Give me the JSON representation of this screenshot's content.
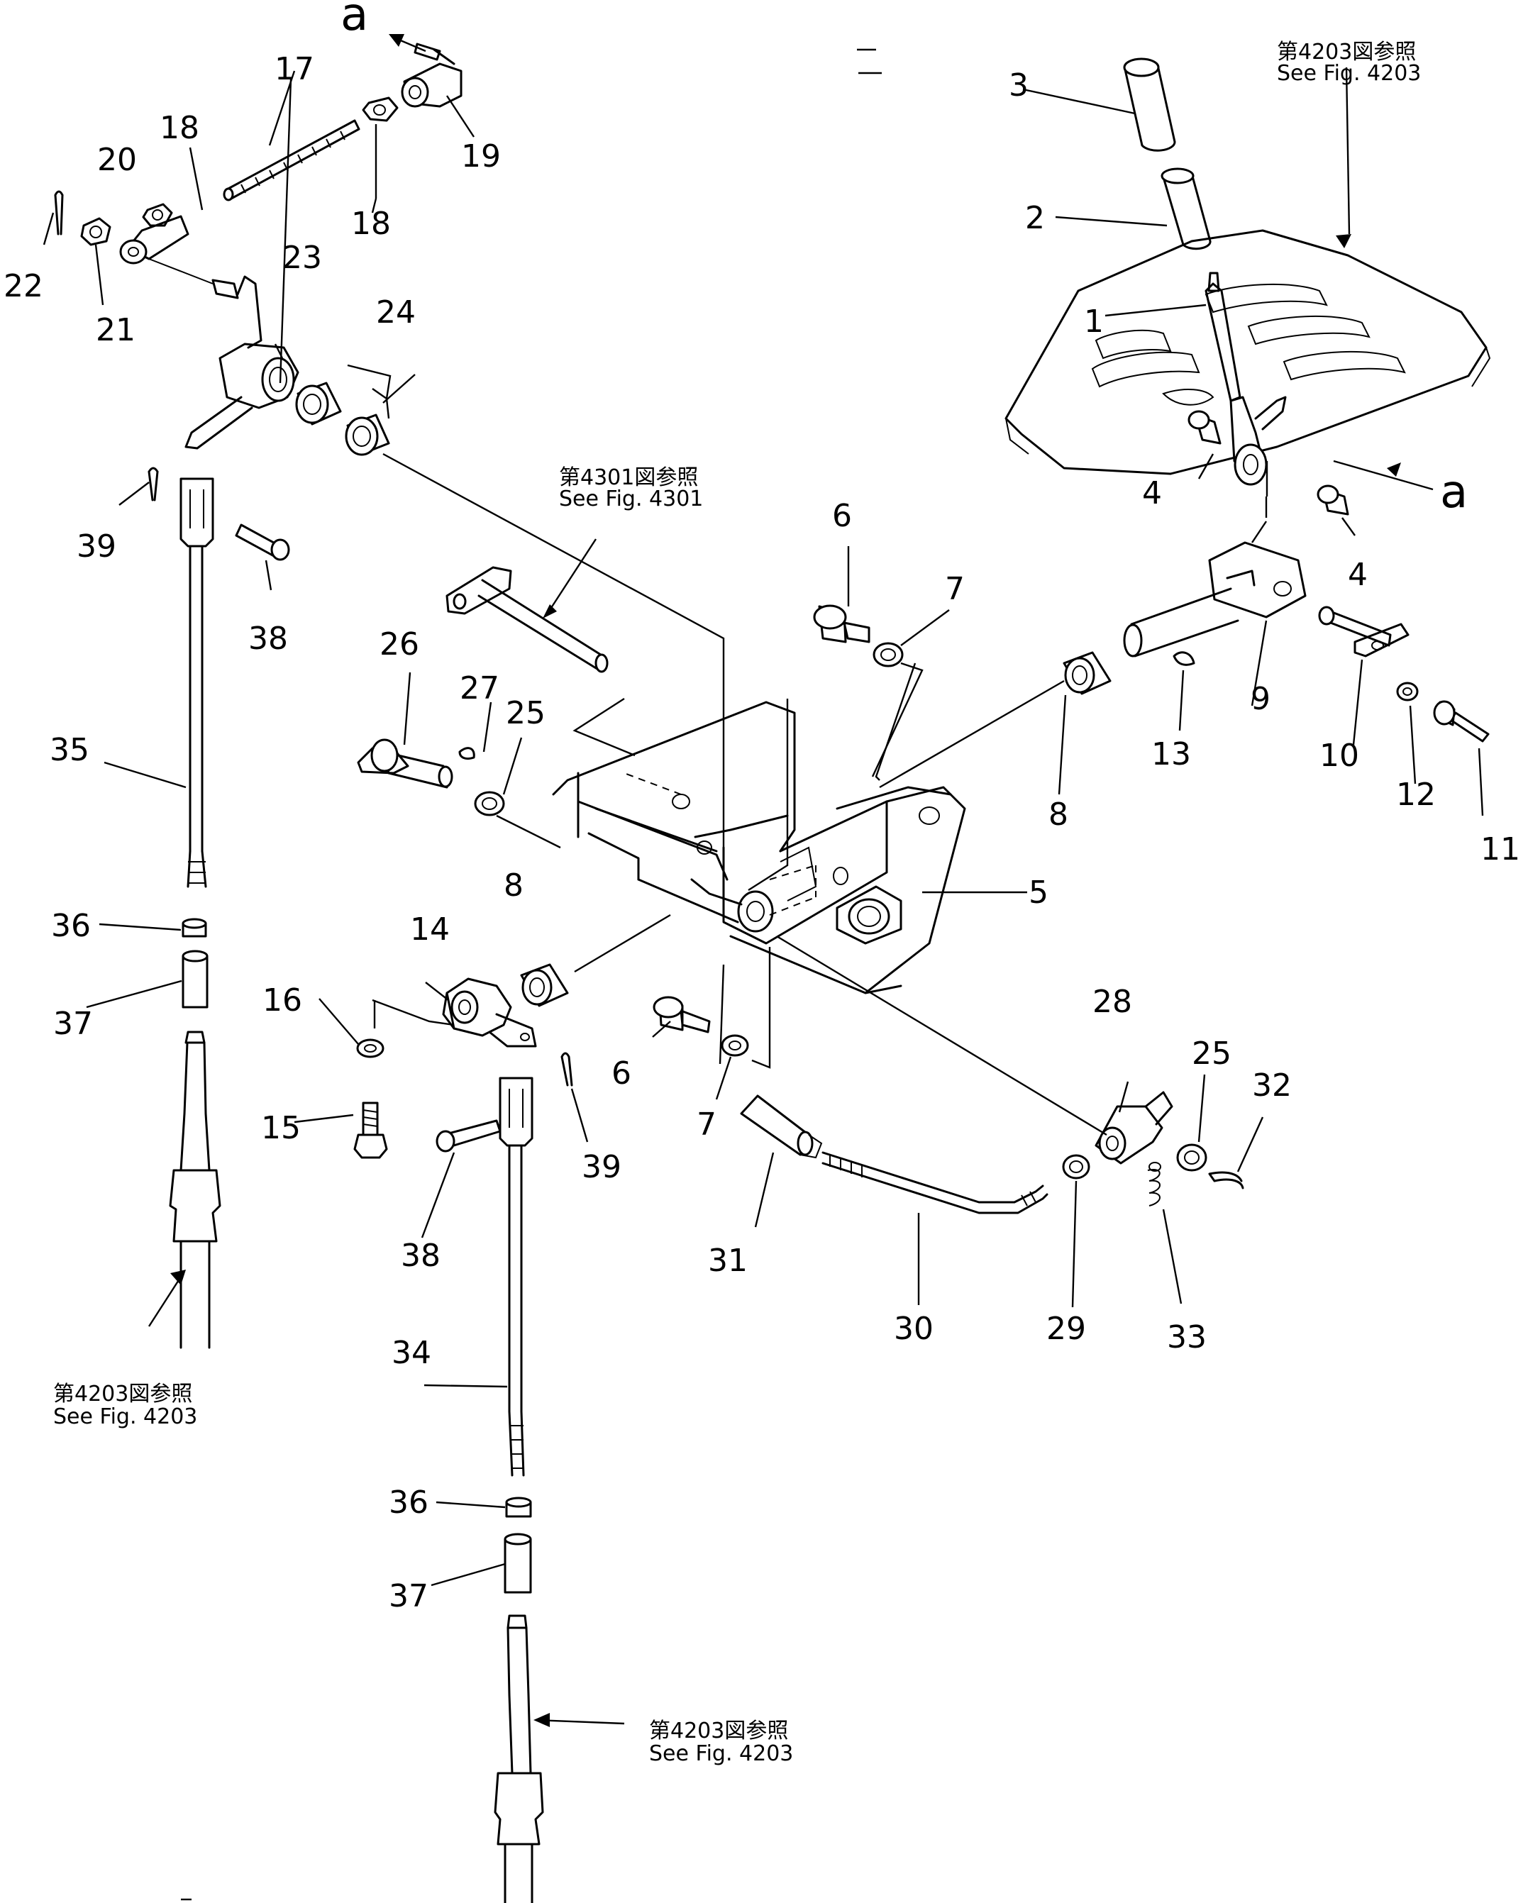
{
  "labels": {
    "l1": "1",
    "l2": "2",
    "l3": "3",
    "l4a": "4",
    "l4b": "4",
    "l5": "5",
    "l6a": "6",
    "l6b": "6",
    "l7a": "7",
    "l7b": "7",
    "l8a": "8",
    "l8b": "8",
    "l9": "9",
    "l10": "10",
    "l11": "11",
    "l12": "12",
    "l13": "13",
    "l14": "14",
    "l15": "15",
    "l16": "16",
    "l17": "17",
    "l18a": "18",
    "l18b": "18",
    "l19": "19",
    "l20": "20",
    "l21": "21",
    "l22": "22",
    "l23": "23",
    "l24": "24",
    "l25a": "25",
    "l25b": "25",
    "l26": "26",
    "l27": "27",
    "l28": "28",
    "l29": "29",
    "l30": "30",
    "l31": "31",
    "l32": "32",
    "l33": "33",
    "l34": "34",
    "l35": "35",
    "l36a": "36",
    "l36b": "36",
    "l37a": "37",
    "l37b": "37",
    "l38a": "38",
    "l38b": "38",
    "l39a": "39",
    "l39b": "39"
  },
  "markers": {
    "a_top": "a",
    "a_right": "a"
  },
  "references": {
    "fig4203_top_jp": "第4203図参照",
    "fig4203_top_en": "See  Fig. 4203",
    "fig4301_jp": "第4301図参照",
    "fig4301_en": "See  Fig. 4301",
    "fig4203_left_jp": "第4203図参照",
    "fig4203_left_en": "See  Fig. 4203",
    "fig4203_bottom_jp": "第4203図参照",
    "fig4203_bottom_en": "See  Fig. 4203"
  }
}
